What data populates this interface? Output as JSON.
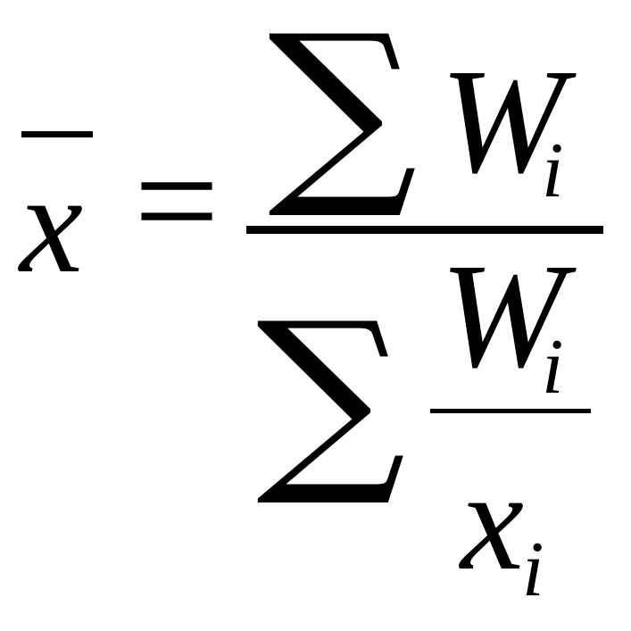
{
  "formula": {
    "lhs": {
      "variable": "x",
      "overbar": true
    },
    "equals": "=",
    "numerator": {
      "sum_symbol": "∑",
      "variable": "W",
      "subscript": "i"
    },
    "denominator": {
      "sum_symbol": "∑",
      "inner_fraction": {
        "numerator": {
          "variable": "W",
          "subscript": "i"
        },
        "denominator": {
          "variable": "x",
          "subscript": "i"
        }
      }
    }
  }
}
